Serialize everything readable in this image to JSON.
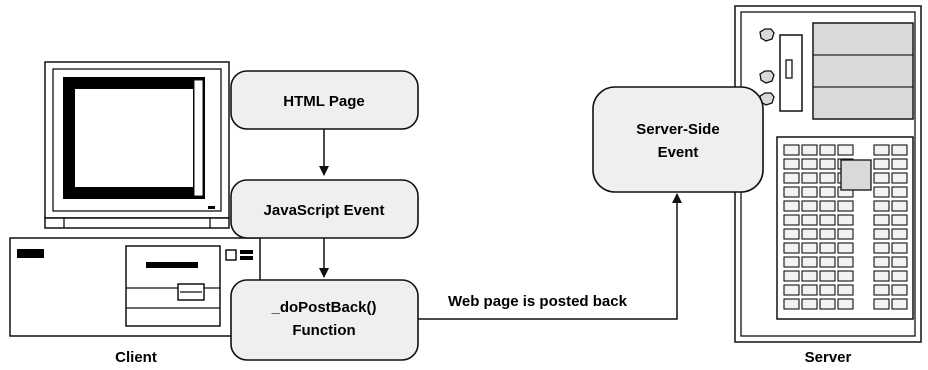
{
  "diagram": {
    "nodes": {
      "html_page": {
        "lines": [
          "HTML Page"
        ]
      },
      "js_event": {
        "lines": [
          "JavaScript Event"
        ]
      },
      "postback": {
        "lines": [
          "_doPostBack()",
          "Function"
        ]
      },
      "server_event": {
        "lines": [
          "Server-Side",
          "Event"
        ]
      }
    },
    "edge_label": "Web page is posted back",
    "captions": {
      "client": "Client",
      "server": "Server"
    }
  }
}
